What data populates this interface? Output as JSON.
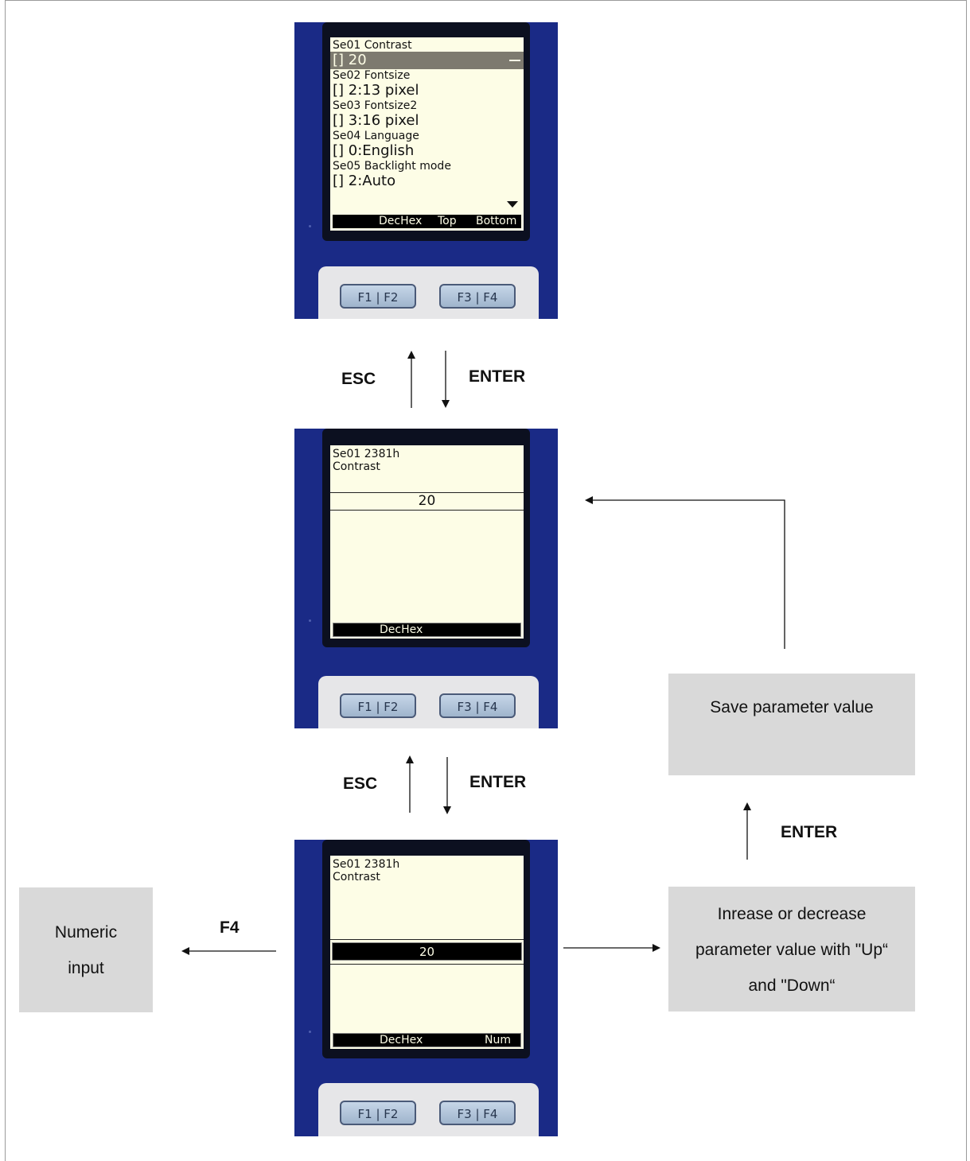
{
  "screen1": {
    "rows": [
      {
        "label": "Se01 Contrast",
        "value": "[] 20",
        "selected": true
      },
      {
        "label": "Se02 Fontsize",
        "value": "[] 2:13 pixel"
      },
      {
        "label": "Se03 Fontsize2",
        "value": "[] 3:16 pixel"
      },
      {
        "label": "Se04 Language",
        "value": "[] 0:English"
      },
      {
        "label": "Se05 Backlight mode",
        "value": "[] 2:Auto"
      }
    ],
    "softkeys": {
      "dechex": "DecHex",
      "top": "Top",
      "bottom": "Bottom"
    }
  },
  "screen2": {
    "header_line1": "Se01  2381h",
    "header_line2": "Contrast",
    "value": "20",
    "softkeys": {
      "dechex": "DecHex"
    }
  },
  "screen3": {
    "header_line1": "Se01  2381h",
    "header_line2": "Contrast",
    "value": "20",
    "softkeys": {
      "dechex": "DecHex",
      "num": "Num"
    }
  },
  "keys": {
    "left": "F1 | F2",
    "right": "F3 | F4"
  },
  "labels": {
    "esc_1": "ESC",
    "enter_1": "ENTER",
    "esc_2": "ESC",
    "enter_2": "ENTER",
    "enter_3": "ENTER",
    "f4": "F4"
  },
  "boxes": {
    "save": "Save parameter value",
    "numeric_line1": "Numeric",
    "numeric_line2": "input",
    "adjust_line1": "Inrease or decrease",
    "adjust_line2": "parameter value with \"Up“",
    "adjust_line3": "and \"Down“"
  },
  "colors": {
    "device_blue": "#1a2a86",
    "lcd_background": "#fdfde6",
    "box_gray": "#d9d9d9"
  }
}
